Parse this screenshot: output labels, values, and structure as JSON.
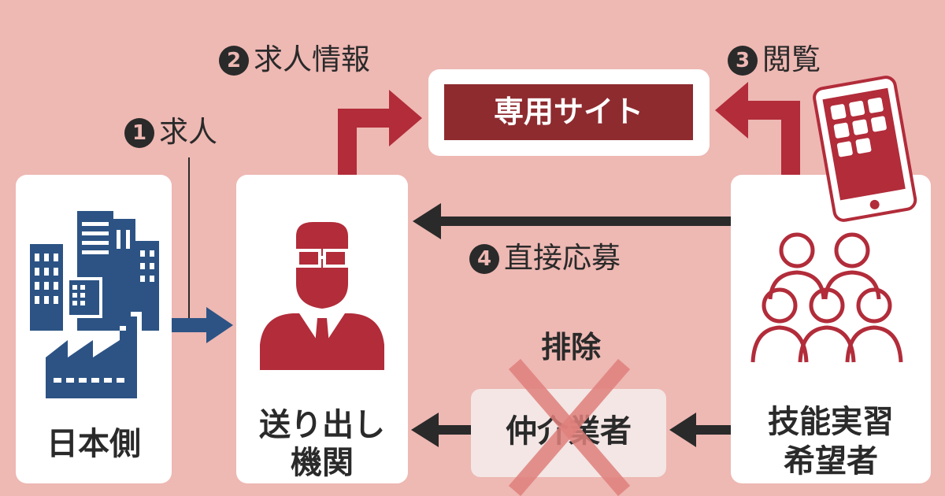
{
  "nodes": {
    "japan": "日本側",
    "sending_agency_line1": "送り出し",
    "sending_agency_line2": "機関",
    "trainees_line1": "技能実習",
    "trainees_line2": "希望者",
    "site": "専用サイト",
    "broker": "仲介業者"
  },
  "steps": [
    {
      "number": "1",
      "label": "求人"
    },
    {
      "number": "2",
      "label": "求人情報"
    },
    {
      "number": "3",
      "label": "閲覧"
    },
    {
      "number": "4",
      "label": "直接応募"
    }
  ],
  "exclusion_label": "排除",
  "colors": {
    "background": "#eeb8b3",
    "accent_red": "#b22c3a",
    "dark_red": "#8e2b2f",
    "navy": "#2c5384",
    "dark": "#2a2a2a"
  },
  "icons": {
    "japan": "building-factory-icon",
    "agency": "businessman-icon",
    "trainees": "people-group-icon",
    "phone": "smartphone-icon",
    "exclusion": "cross-mark-icon"
  }
}
